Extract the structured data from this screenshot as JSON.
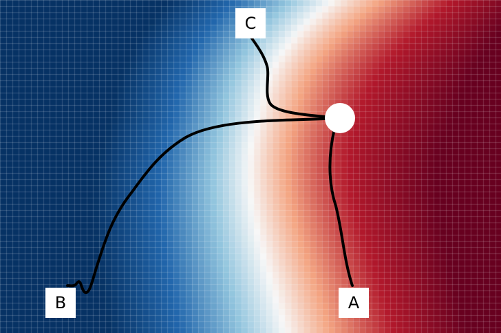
{
  "labels": {
    "a": "A",
    "b": "B",
    "c": "C"
  },
  "colors": {
    "cold_dark": "#063264",
    "cold_mid": "#2166ac",
    "cold_light": "#92c5de",
    "neutral": "#f7f7f7",
    "warm_light": "#f4a582",
    "warm_mid": "#b2182b",
    "warm_dark": "#67001f",
    "path_stroke": "#000000",
    "start_marker": "#ffffff",
    "grid_line": "#ffffff"
  },
  "icons": {
    "start": "circle-marker",
    "endpoints": "square-labels"
  }
}
